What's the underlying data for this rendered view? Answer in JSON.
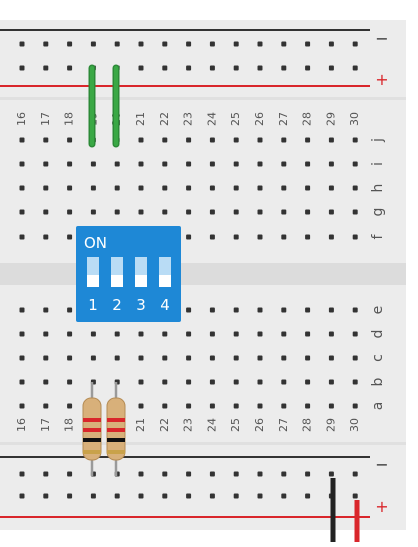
{
  "breadboard": {
    "top_rail": {
      "minus_label": "−",
      "plus_label": "+"
    },
    "bottom_rail": {
      "minus_label": "−",
      "plus_label": "+"
    },
    "column_numbers": [
      "16",
      "17",
      "18",
      "19",
      "20",
      "21",
      "22",
      "23",
      "24",
      "25",
      "26",
      "27",
      "28",
      "29",
      "30"
    ],
    "row_letters_top": [
      "j",
      "i",
      "h",
      "g",
      "f"
    ],
    "row_letters_bottom": [
      "e",
      "d",
      "c",
      "b",
      "a"
    ]
  },
  "dip_switch": {
    "on_label": "ON",
    "switch_numbers": [
      "1",
      "2",
      "3",
      "4"
    ],
    "states": [
      "off",
      "off",
      "off",
      "off"
    ]
  },
  "jumper_wires": [
    {
      "name": "green-wire-col19",
      "color": "#3aa845"
    },
    {
      "name": "green-wire-col20",
      "color": "#3aa845"
    },
    {
      "name": "black-wire-col29",
      "color": "#222222"
    },
    {
      "name": "red-wire-col30",
      "color": "#d9262b"
    }
  ],
  "resistors": [
    {
      "name": "resistor-col19",
      "band_colors": [
        "#d9262b",
        "#d9262b",
        "#111111",
        "#c9a24a"
      ]
    },
    {
      "name": "resistor-col20",
      "band_colors": [
        "#d9262b",
        "#d9262b",
        "#111111",
        "#c9a24a"
      ]
    }
  ],
  "colors": {
    "board": "#ececec",
    "rail_minus": "#333333",
    "rail_plus": "#d9262b",
    "dip_body": "#1e88d6",
    "hole": "#333333"
  }
}
